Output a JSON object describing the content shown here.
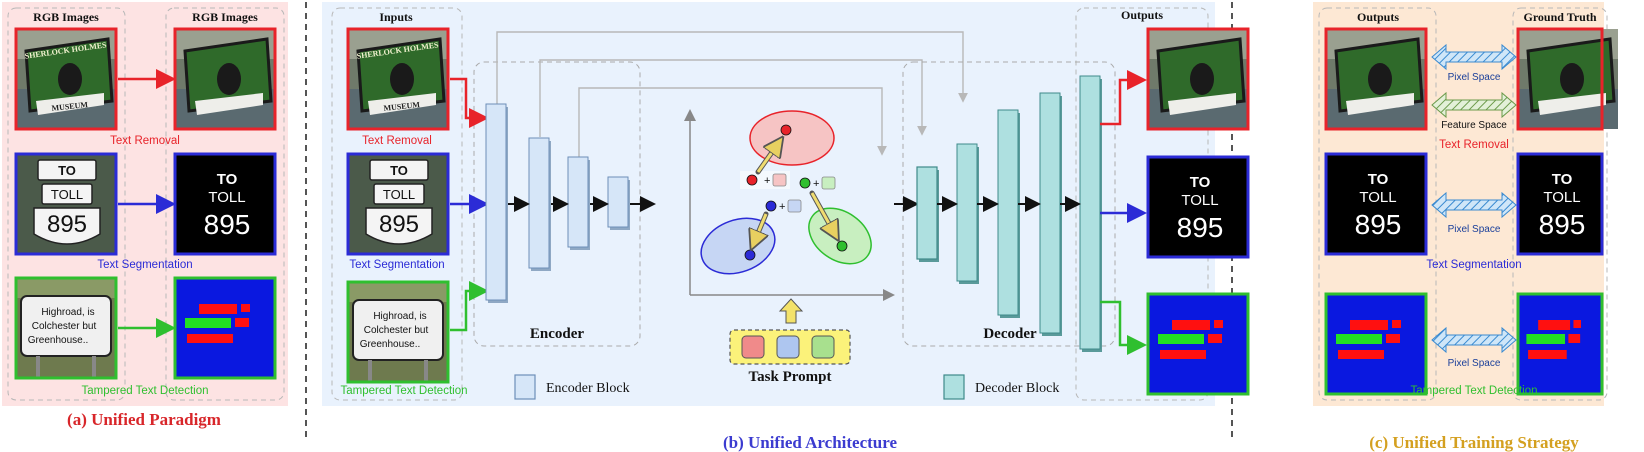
{
  "colors": {
    "red": "#e8232a",
    "blue": "#2b2bd6",
    "green": "#2fbf2f",
    "gold": "#d4a020",
    "panel_a_bg": "#fde3e3",
    "panel_b_bg": "#e9f2fd",
    "panel_c_bg": "#fde8d4",
    "encoder_fill": "#d6e6f8",
    "decoder_fill": "#aee0e0",
    "mask_bg": "#0a18e0"
  },
  "panel_a": {
    "col1_header": "RGB Images",
    "col2_header": "RGB Images",
    "task_removal": "Text Removal",
    "task_segmentation": "Text Segmentation",
    "task_detection": "Tampered Text Detection",
    "caption": "(a) Unified Paradigm"
  },
  "panel_b": {
    "inputs_header": "Inputs",
    "outputs_header": "Outputs",
    "task_removal": "Text Removal",
    "task_segmentation": "Text Segmentation",
    "task_detection": "Tampered Text Detection",
    "encoder_label": "Encoder",
    "decoder_label": "Decoder",
    "task_prompt_label": "Task Prompt",
    "legend_encoder": "Encoder Block",
    "legend_decoder": "Decoder Block",
    "caption": "(b) Unified Architecture"
  },
  "panel_c": {
    "col1_header": "Outputs",
    "col2_header": "Ground Truth",
    "pixel_space": "Pixel Space",
    "feature_space": "Feature Space",
    "task_removal": "Text Removal",
    "task_segmentation": "Text Segmentation",
    "task_detection": "Tampered Text Detection",
    "caption": "(c) Unified Training Strategy"
  },
  "image_text": {
    "sign_top": "SHERLOCK HOLMES",
    "sign_bottom": "MUSEUM",
    "road_to": "TO",
    "road_toll": "TOLL",
    "road_number": "895",
    "street_line1": "Highroad, is",
    "street_line2": "Colchester but",
    "street_line3": "Greenhouse.."
  }
}
